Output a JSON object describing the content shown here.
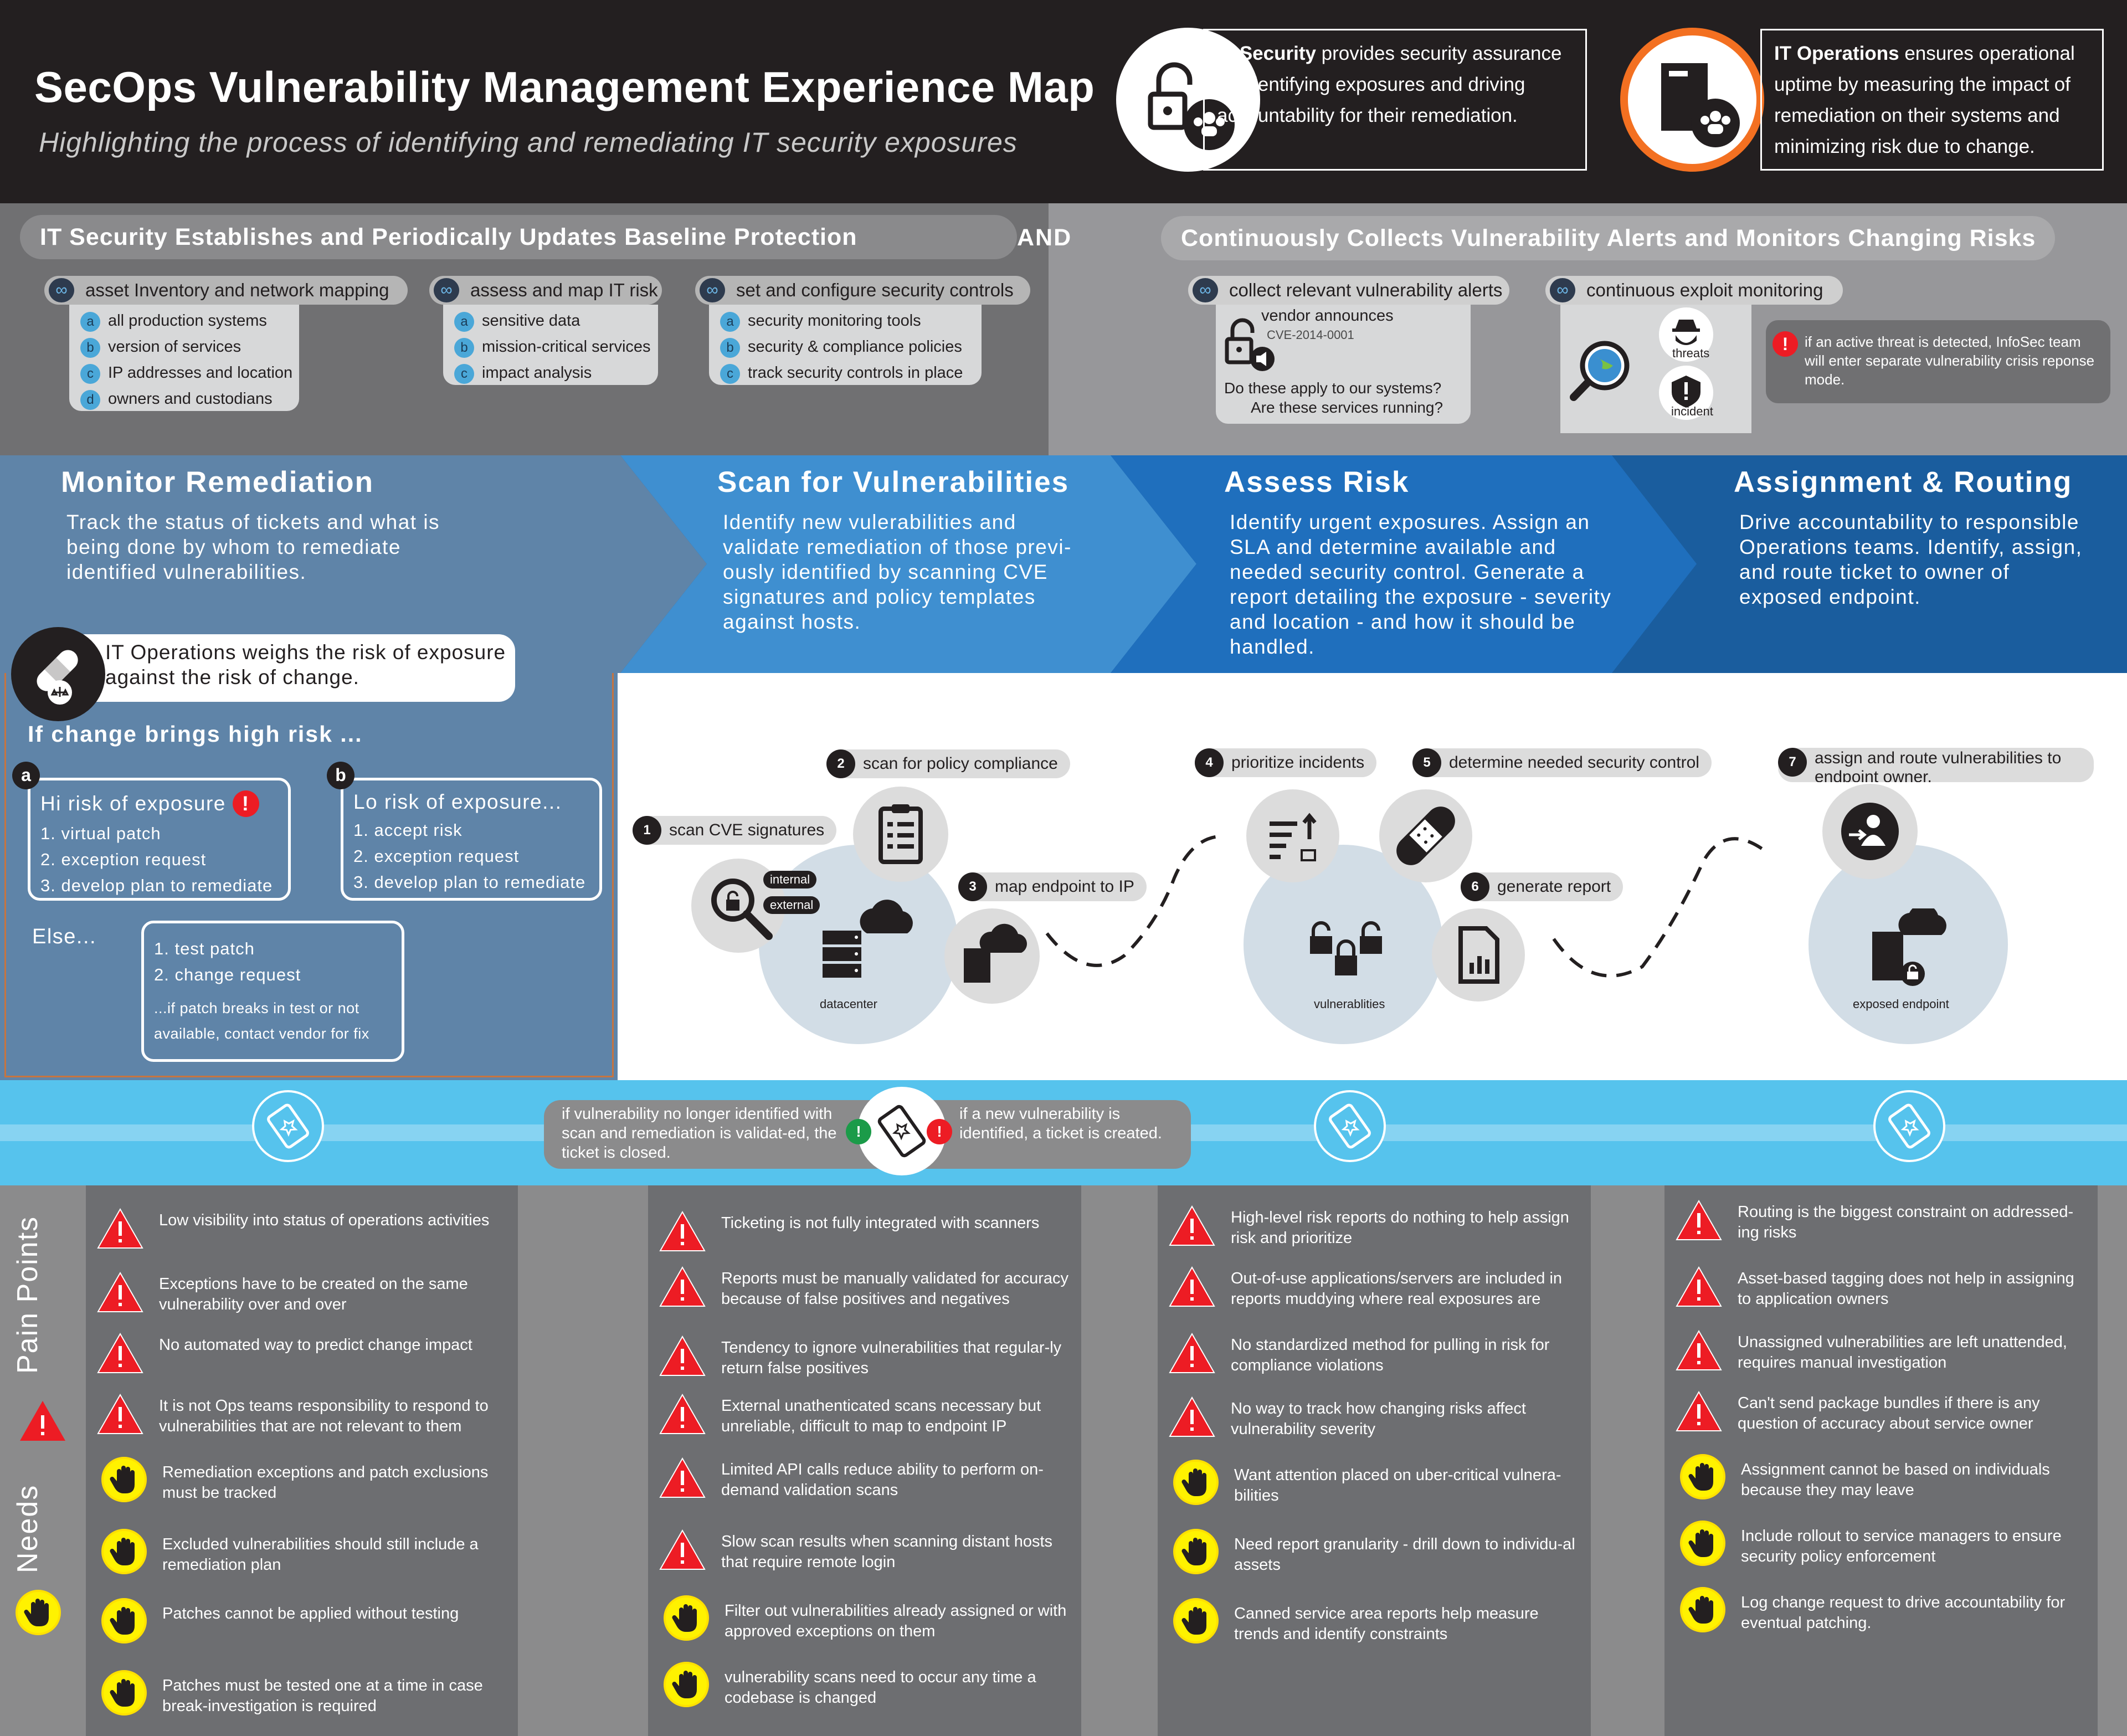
{
  "header": {
    "title": "SecOps Vulnerability Management Experience Map",
    "subtitle": "Highlighting the process of identifying and remediating IT security exposures",
    "roles": [
      {
        "name": "IT Security",
        "text": " provides security assurance by identifying exposures and driving accountability for their remediation.",
        "icon": "unlock-team-icon"
      },
      {
        "name": "IT Operations",
        "text": " ensures operational uptime by measuring the impact of remediation on their systems and minimizing risk due to change.",
        "icon": "server-team-icon"
      }
    ]
  },
  "baseline": {
    "left_title": "IT Security Establishes and Periodically Updates Baseline Protection",
    "and": "AND",
    "right_title": "Continuously Collects Vulnerability Alerts and Monitors Changing Risks",
    "groups": [
      {
        "label": "asset Inventory and network mapping",
        "items": [
          "all production systems",
          "version of services",
          "IP addresses and location",
          "owners and custodians"
        ]
      },
      {
        "label": "assess and map IT risk",
        "items": [
          "sensitive data",
          "mission-critical services",
          "impact analysis"
        ]
      },
      {
        "label": "set and configure security controls",
        "items": [
          "security monitoring tools",
          "security & compliance policies",
          "track security controls in place"
        ]
      }
    ],
    "letters": [
      "a",
      "b",
      "c",
      "d"
    ],
    "alerts": {
      "label": "collect relevant vulnerability alerts",
      "vendor": "vendor announces",
      "cve": "CVE-2014-0001",
      "q1": "Do these apply to our systems?",
      "q2": "Are these services running?"
    },
    "monitoring": {
      "label": "continuous exploit monitoring",
      "threats": "threats",
      "incident": "incident",
      "note": "if an active threat is detected, InfoSec team will enter separate vulnerability crisis reponse mode."
    }
  },
  "stages": [
    {
      "title": "Monitor Remediation",
      "desc": "Track the status of tickets and what is being done by whom to remediate identified vulnerabilities."
    },
    {
      "title": "Scan for Vulnerabilities",
      "desc": "Identify new vulerabilities and validate remediation of those previ-ously identified by scanning CVE signatures and policy templates against hosts."
    },
    {
      "title": "Assess Risk",
      "desc": "Identify urgent exposures. Assign an SLA and determine available and needed security control. Generate a report detailing the exposure - severity and location - and how it should be handled."
    },
    {
      "title": "Assignment & Routing",
      "desc": "Drive accountability to responsible Operations teams. Identify, assign, and route ticket to owner of exposed endpoint."
    }
  ],
  "ops": {
    "weighs": "IT Operations weighs the risk of exposure against the risk of change.",
    "if_high": "If change brings high risk ...",
    "a": {
      "letter": "a",
      "head": "Hi risk of exposure",
      "items": [
        "1. virtual patch",
        "2. exception request",
        "3. develop plan to remediate"
      ]
    },
    "b": {
      "letter": "b",
      "head": "Lo risk of exposure...",
      "items": [
        "1. accept risk",
        "2. exception request",
        "3. develop plan to remediate"
      ]
    },
    "else": "Else...",
    "else_items": [
      "1. test patch",
      "2. change request"
    ],
    "else_note": "...if patch breaks in test or not available, contact vendor for fix"
  },
  "flow": {
    "steps": [
      {
        "n": "1",
        "label": "scan CVE signatures"
      },
      {
        "n": "2",
        "label": "scan for policy compliance"
      },
      {
        "n": "3",
        "label": "map endpoint to IP"
      },
      {
        "n": "4",
        "label": "prioritize incidents"
      },
      {
        "n": "5",
        "label": "determine needed security control"
      },
      {
        "n": "6",
        "label": "generate report"
      },
      {
        "n": "7",
        "label": "assign and route vulnerabilities to endpoint owner."
      }
    ],
    "internal": "internal",
    "external": "external",
    "datacenter": "datacenter",
    "vulnerabilities": "vulnerablities",
    "endpoint": "exposed endpoint"
  },
  "tickets": {
    "closed": "if vulnerability no longer identified with scan and remediation is validat-ed, the ticket is closed.",
    "created": "if a new vulnerability is identified, a ticket is created."
  },
  "side_labels": {
    "pain": "Pain Points",
    "needs": "Needs"
  },
  "columns": [
    {
      "pains": [
        "Low visibility into status of operations activities",
        "Exceptions have to be created on the same vulnerability over and over",
        "No automated way to predict change impact",
        "It is not Ops teams responsibility to respond to vulnerabilities that are not relevant to them"
      ],
      "needs": [
        "Remediation exceptions and patch exclusions must be tracked",
        "Excluded vulnerabilities should still include a remediation plan",
        "Patches cannot be applied without testing",
        "Patches must be tested one at a time in case break-investigation is required"
      ]
    },
    {
      "pains": [
        "Ticketing is not fully integrated with scanners",
        "Reports must be manually validated for accuracy because of false positives and negatives",
        "Tendency to ignore vulnerabilities that regular-ly return false positives",
        "External unathenticated scans necessary but unreliable, difficult to map to endpoint IP",
        "Limited API calls reduce ability to perform on-demand validation scans",
        "Slow scan results when scanning distant hosts that require remote login"
      ],
      "needs": [
        "Filter out vulnerabilities already assigned or with approved exceptions on them",
        "vulnerability scans need to occur any time a codebase is changed"
      ]
    },
    {
      "pains": [
        "High-level risk reports do nothing to help assign risk and prioritize",
        "Out-of-use applications/servers are included in reports muddying where real exposures are",
        "No standardized method for pulling in risk for compliance violations",
        "No way to track how changing risks affect vulnerability severity"
      ],
      "needs": [
        "Want attention placed on uber-critical vulnera-bilities",
        "Need report granularity - drill down to individu-al assets",
        "Canned service area reports help measure trends and identify constraints"
      ]
    },
    {
      "pains": [
        "Routing is the biggest constraint on addressed-ing risks",
        "Asset-based tagging does not help in assigning to application owners",
        "Unassigned vulnerabilities are left unattended, requires manual investigation",
        "Can't send package bundles if there is any question of accuracy about service owner"
      ],
      "needs": [
        "Assignment cannot be based on individuals because they may leave",
        "Include rollout to service managers to ensure security policy enforcement",
        "Log change request to drive accountability for eventual patching."
      ]
    }
  ],
  "colors": {
    "accent_orange": "#f37021",
    "warn_red": "#ed1c24",
    "need_yellow": "#fff200",
    "stage1": "#5f84a8",
    "stage2": "#3f8fd0",
    "stage3": "#1f6fbd",
    "stage4": "#1a5d9e",
    "ticket_blue": "#56c3ed"
  }
}
